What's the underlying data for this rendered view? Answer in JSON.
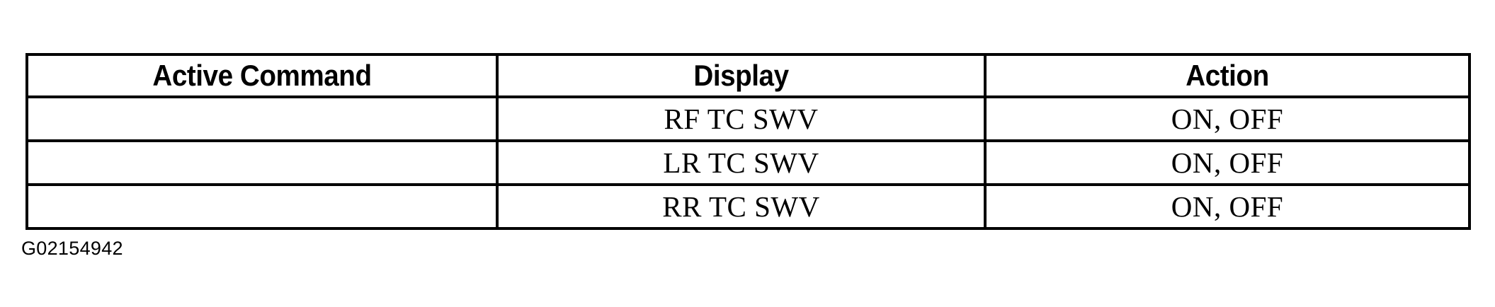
{
  "document": {
    "figure_caption": "G02154942"
  },
  "table": {
    "columns": [
      {
        "key": "active_command",
        "header": "Active Command"
      },
      {
        "key": "display",
        "header": "Display"
      },
      {
        "key": "action",
        "header": "Action"
      }
    ],
    "rows": [
      {
        "active_command": "",
        "display": "RF TC SWV",
        "action": "ON, OFF"
      },
      {
        "active_command": "",
        "display": "LR TC SWV",
        "action": "ON, OFF"
      },
      {
        "active_command": "",
        "display": "RR TC SWV",
        "action": "ON, OFF"
      }
    ],
    "border_color": "#000000",
    "text_color": "#000000",
    "background_color": "#FFFFFF"
  }
}
